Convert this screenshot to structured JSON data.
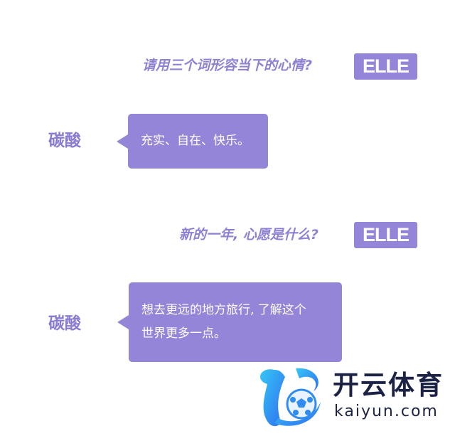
{
  "conversation": [
    {
      "question": "请用三个词形容当下的心情?",
      "badge": "ELLE",
      "name": "碳酸",
      "answer_lines": [
        "充实、自在、快乐。"
      ]
    },
    {
      "question": "新的一年, 心愿是什么?",
      "badge": "ELLE",
      "name": "碳酸",
      "answer_lines": [
        "想去更远的地方旅行, 了解这个",
        "世界更多一点。"
      ]
    }
  ],
  "watermark": {
    "title": "开云体育",
    "domain": "kaiyun.com"
  },
  "colors": {
    "accent": "#9485d8",
    "text_purple": "#8e80d2",
    "logo_dark": "#1c2244",
    "logo_blue": "#2f8cf0"
  }
}
